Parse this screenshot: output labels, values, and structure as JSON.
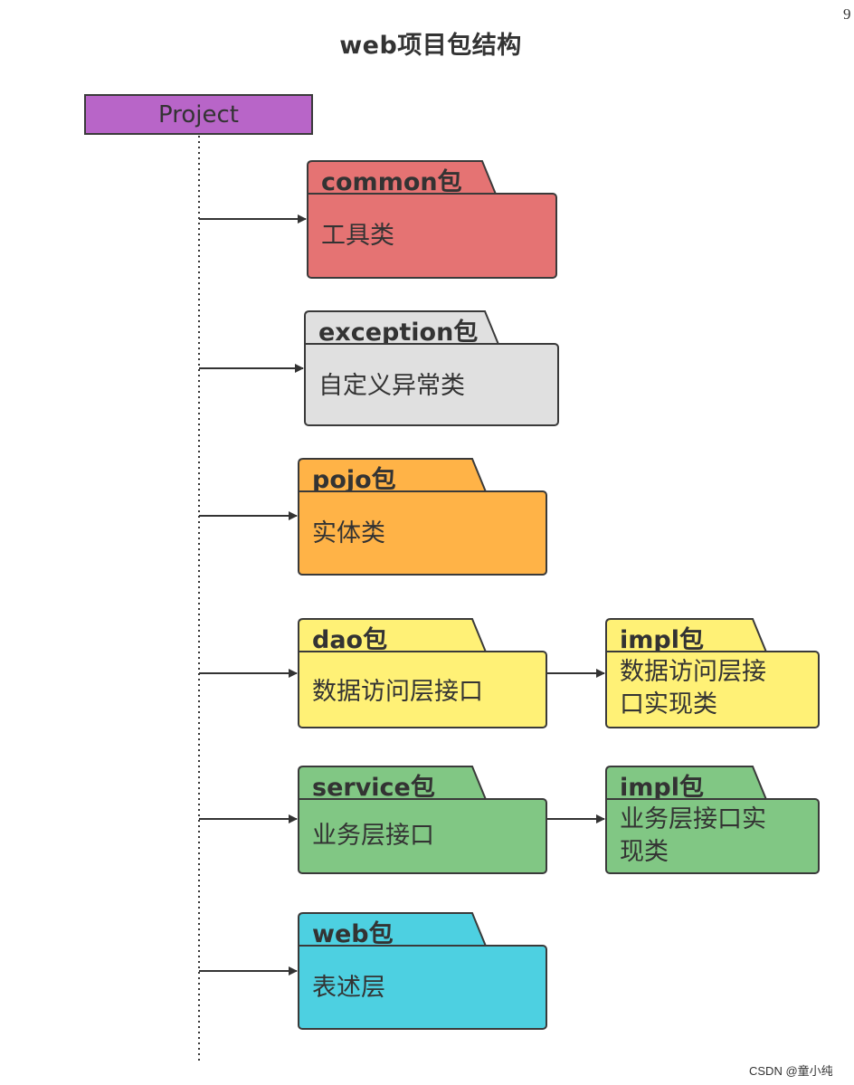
{
  "title": "web项目包结构",
  "corner_mark": "9",
  "root": {
    "label": "Project",
    "color": "#b865c8"
  },
  "packages": [
    {
      "id": "common",
      "name": "common包",
      "desc": "工具类",
      "color": "#e57373"
    },
    {
      "id": "exception",
      "name": "exception包",
      "desc": "自定义异常类",
      "color": "#e0e0e0"
    },
    {
      "id": "pojo",
      "name": "pojo包",
      "desc": "实体类",
      "color": "#ffb347"
    },
    {
      "id": "dao",
      "name": "dao包",
      "desc": "数据访问层接口",
      "color": "#fff176"
    },
    {
      "id": "dao-impl",
      "name": "impl包",
      "desc_lines": [
        "数据访问层接",
        "口实现类"
      ],
      "color": "#fff176"
    },
    {
      "id": "service",
      "name": "service包",
      "desc": "业务层接口",
      "color": "#81c784"
    },
    {
      "id": "service-impl",
      "name": "impl包",
      "desc_lines": [
        "业务层接口实",
        "现类"
      ],
      "color": "#81c784"
    },
    {
      "id": "web",
      "name": "web包",
      "desc": "表述层",
      "color": "#4dd0e1"
    }
  ],
  "watermark": "CSDN @童小纯"
}
